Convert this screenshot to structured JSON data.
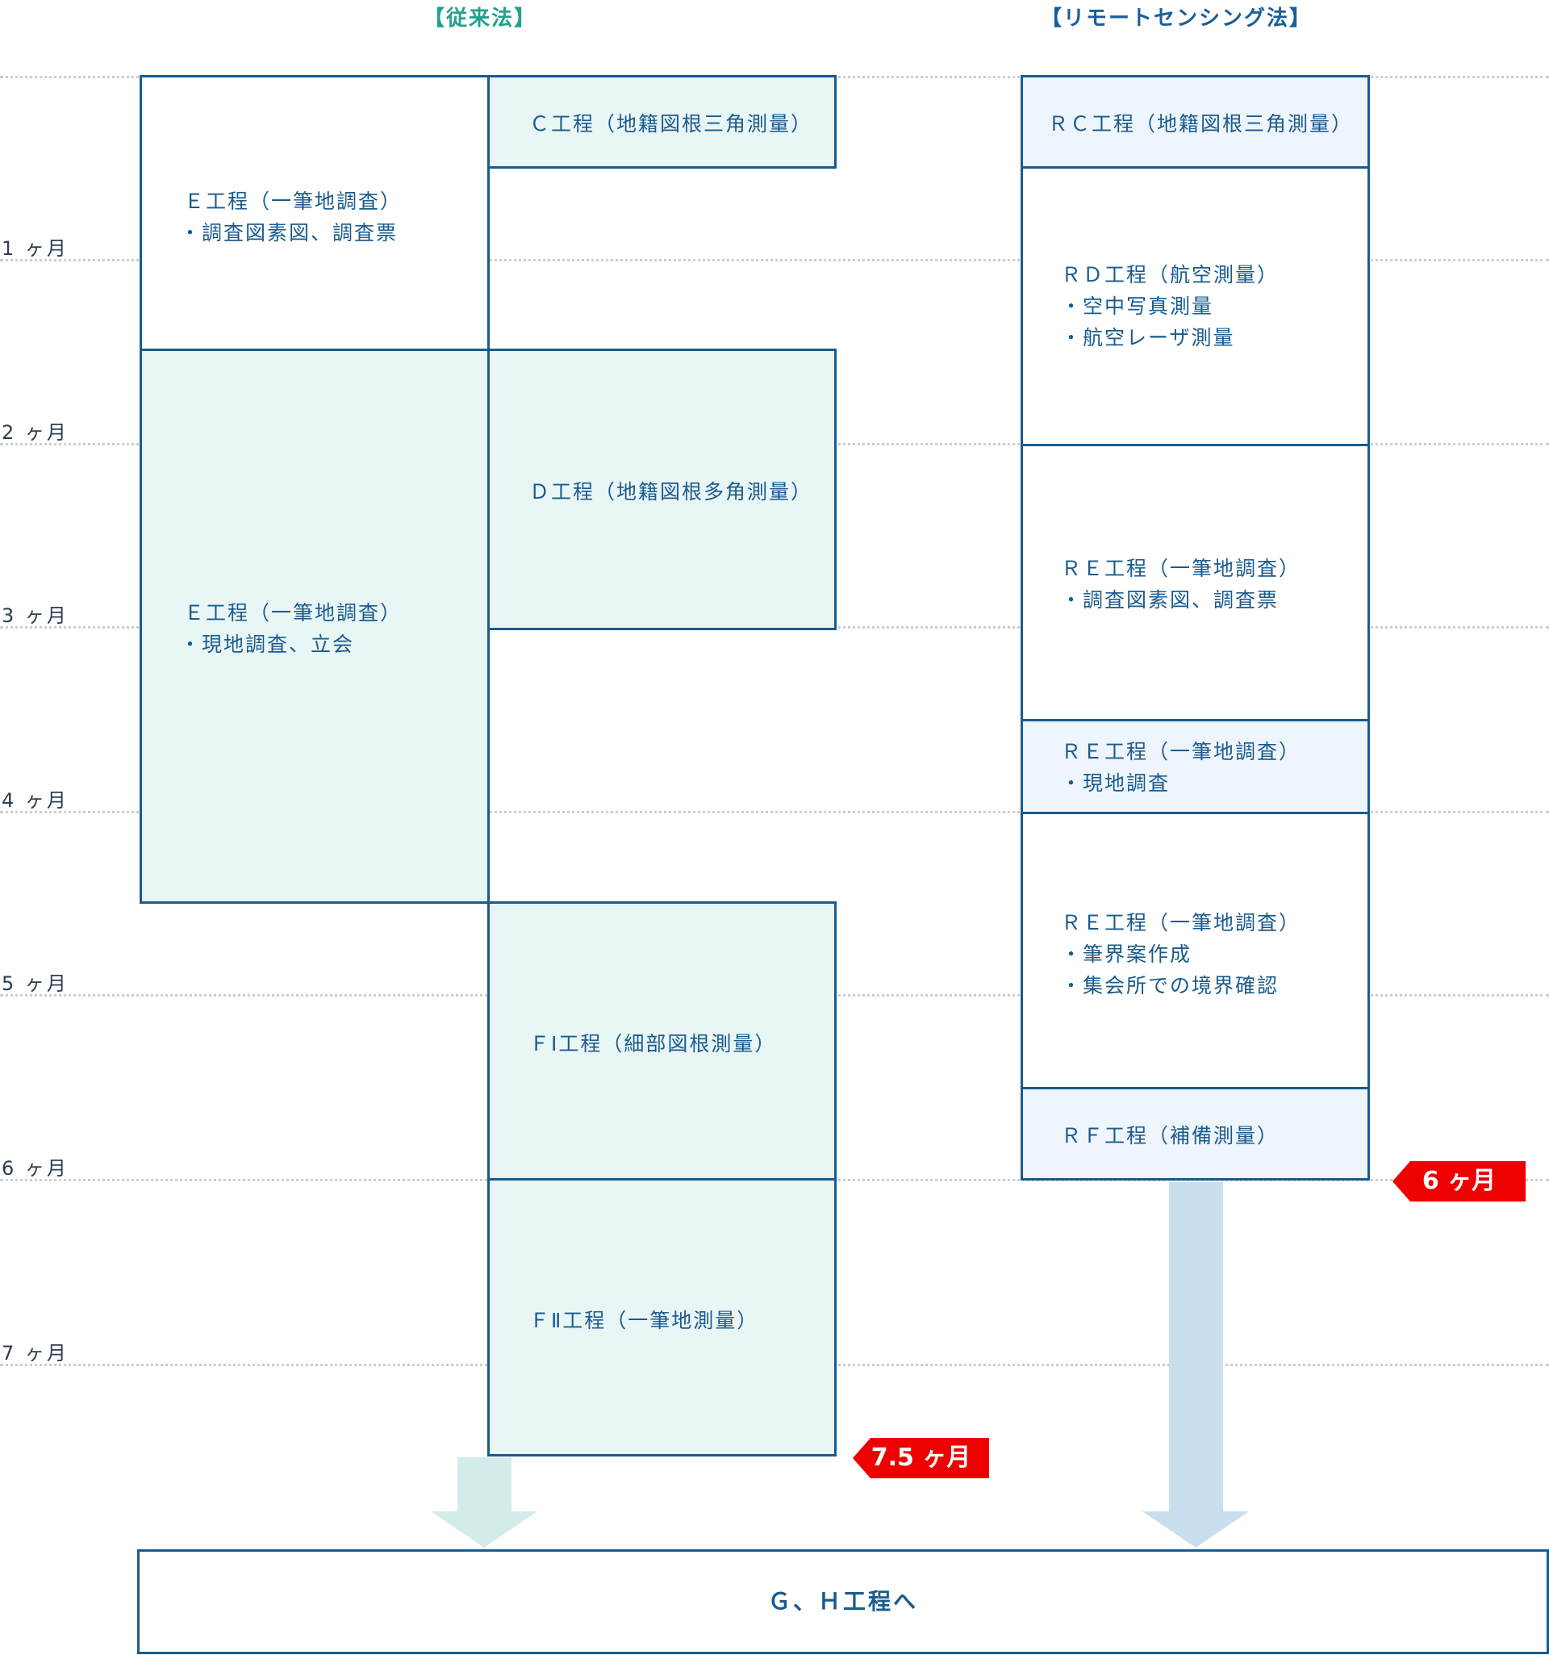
{
  "headers": {
    "conventional": "【従来法】",
    "remote_sensing": "【リモートセンシング法】"
  },
  "month_labels": [
    "1 ヶ月",
    "2 ヶ月",
    "3 ヶ月",
    "4 ヶ月",
    "5 ヶ月",
    "6 ヶ月",
    "7 ヶ月"
  ],
  "conventional": {
    "e1": {
      "title": "Ｅ工程（一筆地調査）",
      "items": [
        "・調査図素図、調査票"
      ]
    },
    "e2": {
      "title": "Ｅ工程（一筆地調査）",
      "items": [
        "・現地調査、立会"
      ]
    },
    "c": {
      "title": "Ｃ工程（地籍図根三角測量）"
    },
    "d": {
      "title": "Ｄ工程（地籍図根多角測量）"
    },
    "f1": {
      "title": "ＦⅠ工程（細部図根測量）"
    },
    "f2": {
      "title": "ＦⅡ工程（一筆地測量）"
    },
    "duration": "7.5 ヶ月"
  },
  "remote_sensing": {
    "rc": {
      "title": "ＲＣ工程（地籍図根三角測量）"
    },
    "rd": {
      "title": "ＲＤ工程（航空測量）",
      "items": [
        "・空中写真測量",
        "・航空レーザ測量"
      ]
    },
    "re1": {
      "title": "ＲＥ工程（一筆地調査）",
      "items": [
        "・調査図素図、調査票"
      ]
    },
    "re2": {
      "title": "ＲＥ工程（一筆地調査）",
      "items": [
        "・現地調査"
      ]
    },
    "re3": {
      "title": "ＲＥ工程（一筆地調査）",
      "items": [
        "・筆界案作成",
        "・集会所での境界確認"
      ]
    },
    "rf": {
      "title": "ＲＦ工程（補備測量）"
    },
    "duration": "6 ヶ月"
  },
  "next_step": "Ｇ、Ｈ工程へ",
  "colors": {
    "border": "#1a5b8e",
    "conventional_fill": "#e9f6f6",
    "remote_fill": "#eef5fc",
    "conventional_header": "#23a08e",
    "badge": "#ee0000",
    "arrow_conventional": "#d2ecea",
    "arrow_remote": "#cadfee"
  }
}
